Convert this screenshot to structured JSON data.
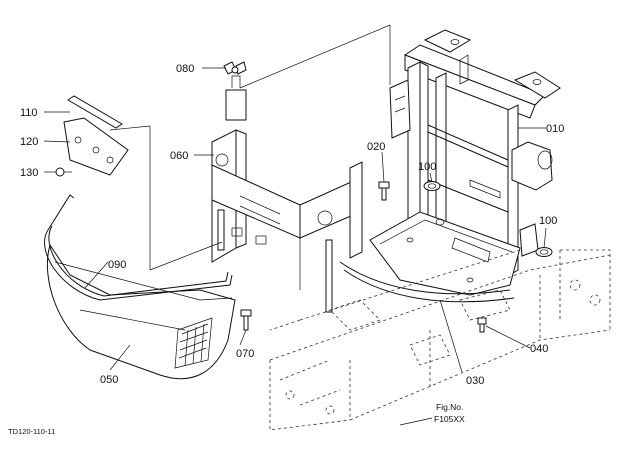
{
  "labels": {
    "p110": "110",
    "p120": "120",
    "p130": "130",
    "p080": "080",
    "p060": "060",
    "p020": "020",
    "p010": "010",
    "p100a": "100",
    "p100b": "100",
    "p090": "090",
    "p050": "050",
    "p070": "070",
    "p030": "030",
    "p040": "040"
  },
  "footer": {
    "code": "TD120-110-11",
    "fig_line1": "Fig.No.",
    "fig_line2": "F105XX"
  }
}
